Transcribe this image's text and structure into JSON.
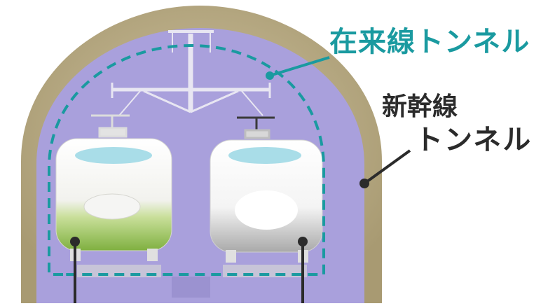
{
  "labels": {
    "conventional_tunnel": "在来線トンネル",
    "shinkansen_tunnel_line1": "新幹線",
    "shinkansen_tunnel_line2": "トンネル"
  },
  "colors": {
    "tunnel_rock": "#b8ab86",
    "tunnel_interior": "#a9a0dc",
    "conventional_outline": "#1a9aa0",
    "leader_line": "#2b2b2b",
    "train_left_stripe": "#8fbf4a",
    "train_right_stripe": "#bdbdbd",
    "train_window": "#a9dde8"
  }
}
